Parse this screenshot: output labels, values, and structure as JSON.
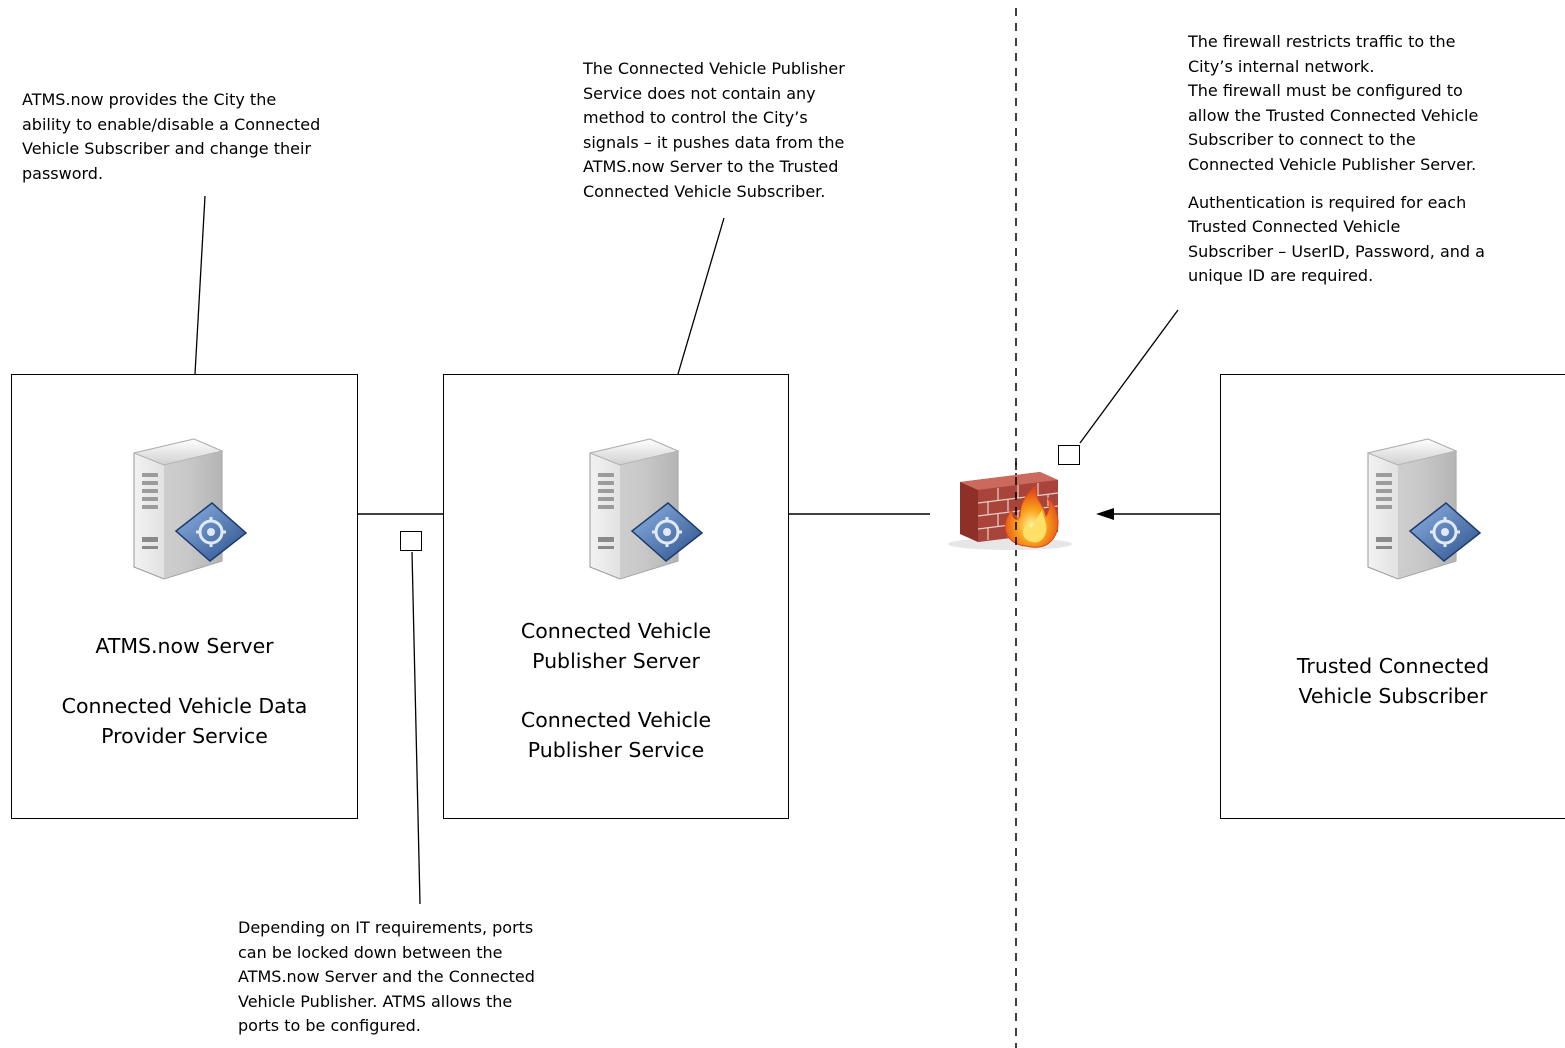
{
  "notes": {
    "atms_note": {
      "lines": [
        "ATMS.now provides the City the",
        "ability to enable/disable a Connected",
        "Vehicle Subscriber and change their",
        "password."
      ]
    },
    "publisher_note": {
      "lines": [
        "The Connected Vehicle Publisher",
        "Service does not contain any",
        "method to control the City’s",
        "signals – it pushes data from the",
        "ATMS.now Server to the Trusted",
        "Connected Vehicle Subscriber."
      ]
    },
    "firewall_note": {
      "paragraph1": [
        "The firewall restricts traffic to the",
        "City’s internal network.",
        "The firewall must be configured to",
        "allow the Trusted Connected Vehicle",
        "Subscriber to connect to the",
        "Connected Vehicle Publisher Server."
      ],
      "paragraph2": [
        "Authentication is required for each",
        "Trusted Connected Vehicle",
        "Subscriber – UserID, Password, and a",
        "unique ID are required."
      ]
    },
    "ports_note": {
      "lines": [
        "Depending on IT requirements, ports",
        "can be locked down between the",
        "ATMS.now Server and the Connected",
        "Vehicle Publisher. ATMS allows the",
        "ports to be configured."
      ]
    }
  },
  "boxes": {
    "atms": {
      "label1_lines": [
        "ATMS.now Server"
      ],
      "label2_lines": [
        "Connected Vehicle Data",
        "Provider Service"
      ]
    },
    "publisher": {
      "label1_lines": [
        "Connected Vehicle",
        "Publisher Server"
      ],
      "label2_lines": [
        "Connected Vehicle",
        "Publisher Service"
      ]
    },
    "subscriber": {
      "label1_lines": [
        "Trusted Connected",
        "Vehicle Subscriber"
      ]
    }
  },
  "icons": {
    "server": "server-icon",
    "firewall": "firewall-icon"
  },
  "colors": {
    "server_body": "#d9d9d9",
    "server_badge": "#3f6aa8",
    "firewall_brick": "#a9443a",
    "flame": "#f37a1f"
  }
}
